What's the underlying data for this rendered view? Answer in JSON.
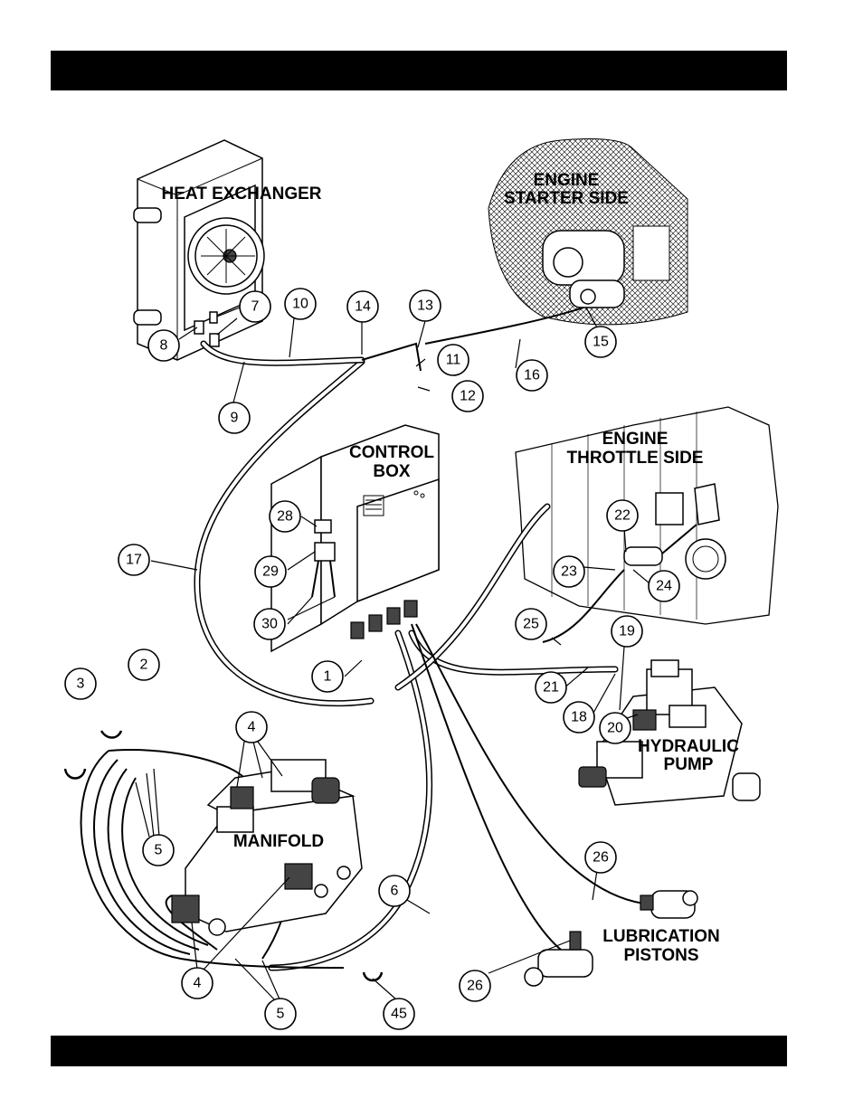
{
  "header_bar": "",
  "footer_bar": "",
  "labels": {
    "heat_exchanger": "HEAT EXCHANGER",
    "engine_starter_side_1": "ENGINE",
    "engine_starter_side_2": "STARTER SIDE",
    "control_box_1": "CONTROL",
    "control_box_2": "BOX",
    "engine_throttle_side_1": "ENGINE",
    "engine_throttle_side_2": "THROTTLE SIDE",
    "hydraulic_pump_1": "HYDRAULIC",
    "hydraulic_pump_2": "PUMP",
    "manifold": "MANIFOLD",
    "lubrication_pistons_1": "LUBRICATION",
    "lubrication_pistons_2": "PISTONS"
  },
  "callouts": {
    "c1": "1",
    "c2": "2",
    "c3": "3",
    "c4a": "4",
    "c4b": "4",
    "c5a": "5",
    "c5b": "5",
    "c6": "6",
    "c7": "7",
    "c8": "8",
    "c9": "9",
    "c10": "10",
    "c11": "11",
    "c12": "12",
    "c13": "13",
    "c14": "14",
    "c15": "15",
    "c16": "16",
    "c17": "17",
    "c18": "18",
    "c19": "19",
    "c20": "20",
    "c21": "21",
    "c22": "22",
    "c23": "23",
    "c24": "24",
    "c25": "25",
    "c26a": "26",
    "c26b": "26",
    "c28": "28",
    "c29": "29",
    "c30": "30",
    "c45": "45"
  }
}
